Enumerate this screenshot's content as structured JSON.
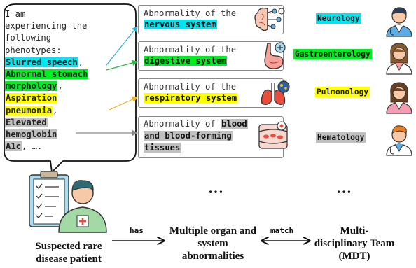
{
  "bubble": {
    "lines": [
      {
        "segments": [
          {
            "text": "I am",
            "hl": ""
          }
        ]
      },
      {
        "segments": [
          {
            "text": "experiencing the",
            "hl": ""
          }
        ]
      },
      {
        "segments": [
          {
            "text": "following",
            "hl": ""
          }
        ]
      },
      {
        "segments": [
          {
            "text": "phenotypes:",
            "hl": ""
          }
        ]
      },
      {
        "segments": [
          {
            "text": "Slurred speech",
            "hl": "cyan"
          },
          {
            "text": ",",
            "hl": ""
          }
        ]
      },
      {
        "segments": [
          {
            "text": "Abnormal stomach",
            "hl": "green"
          }
        ]
      },
      {
        "segments": [
          {
            "text": "morphology",
            "hl": "green"
          },
          {
            "text": ",",
            "hl": ""
          }
        ]
      },
      {
        "segments": [
          {
            "text": "Aspiration",
            "hl": "yellow"
          }
        ]
      },
      {
        "segments": [
          {
            "text": "pneumonia",
            "hl": "yellow"
          },
          {
            "text": ",",
            "hl": ""
          }
        ]
      },
      {
        "segments": [
          {
            "text": "Elevated",
            "hl": "gray"
          }
        ]
      },
      {
        "segments": [
          {
            "text": "hemoglobin",
            "hl": "gray"
          }
        ]
      },
      {
        "segments": [
          {
            "text": "A1c",
            "hl": "gray"
          },
          {
            "text": ", ….",
            "hl": ""
          }
        ]
      }
    ]
  },
  "organs": [
    {
      "prefix": "Abnormality of the",
      "system_lines": [
        "nervous system"
      ],
      "icon": "brain-icon",
      "specialty": "Neurology",
      "color": "cyan"
    },
    {
      "prefix": "Abnormality of the",
      "system_lines": [
        "digestive system"
      ],
      "icon": "stomach-icon",
      "specialty": "Gastroenterology",
      "color": "green"
    },
    {
      "prefix": "Abnormality of the",
      "system_lines": [
        "respiratory system"
      ],
      "icon": "lungs-icon",
      "specialty": "Pulmonology",
      "color": "yellow"
    },
    {
      "prefix": "Abnormality of",
      "prefix_hl": "blood",
      "system_lines": [
        "and blood-forming",
        "tissues"
      ],
      "icon": "blood-vessel-icon",
      "specialty": "Hematology",
      "color": "gray"
    }
  ],
  "ellipsis": "…",
  "patient_caption": "Suspected rare disease patient",
  "has_label": "has",
  "organ_caption": "Multiple organ and system abnormalities",
  "match_label": "match",
  "team_caption": "Multi- disciplinary Team (MDT)",
  "colors": {
    "cyan": "#00e5f0",
    "green": "#00ee22",
    "yellow": "#ffff00",
    "gray": "#c0c0c0",
    "arrow_cyan": "#2ab4d6",
    "arrow_green": "#2db84a",
    "arrow_yellow": "#f2b21a",
    "arrow_gray": "#8a8a8a"
  }
}
